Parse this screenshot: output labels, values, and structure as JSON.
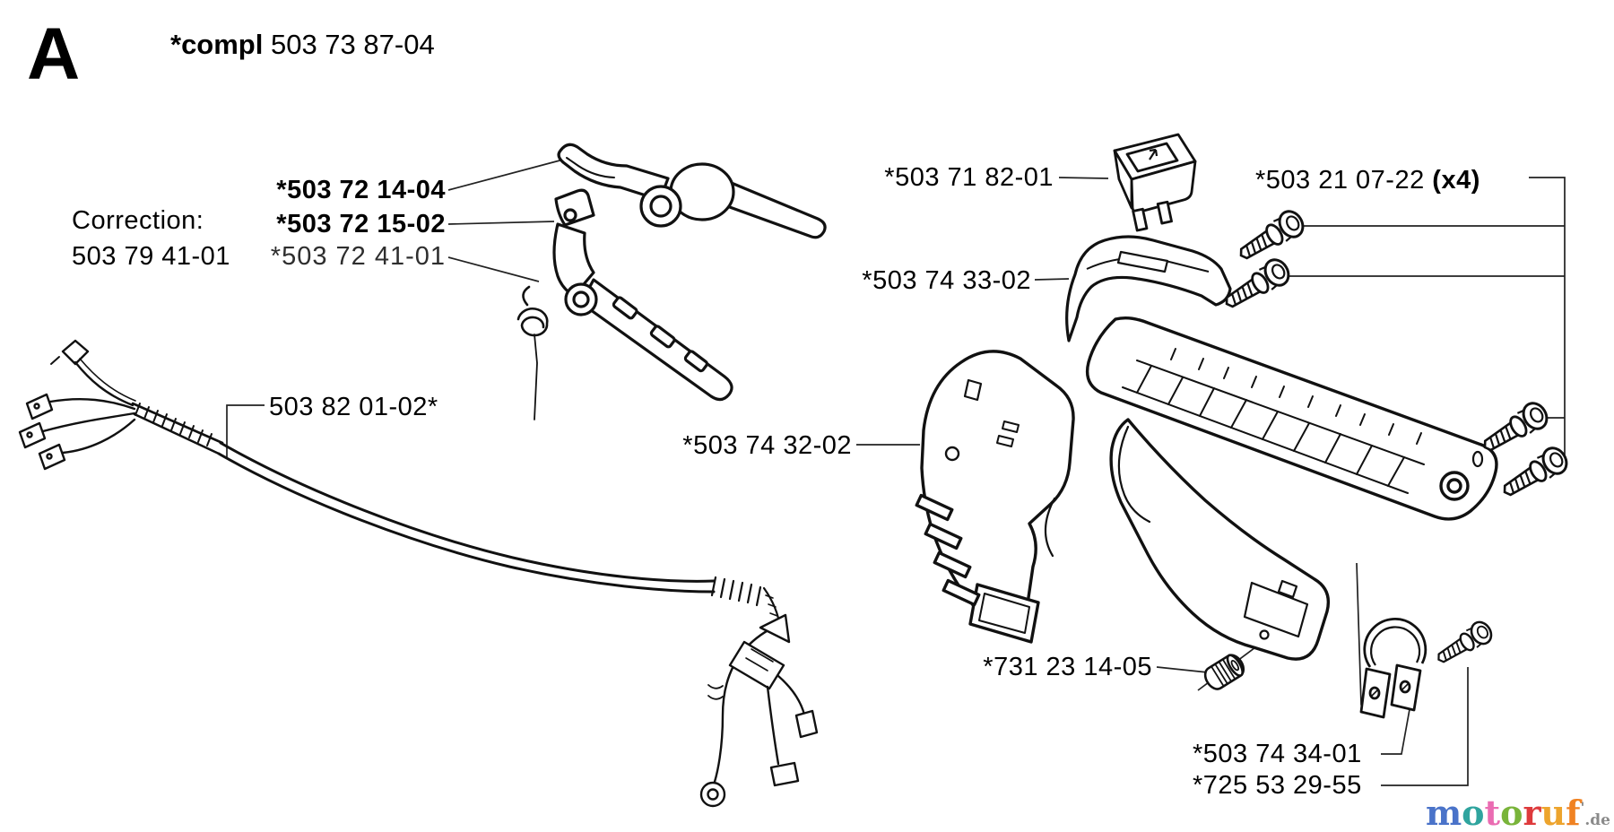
{
  "header": {
    "section_letter": "A",
    "compl_label": "*compl",
    "compl_number": " 503 73 87-04"
  },
  "correction": {
    "title": "Correction:",
    "part_number": "503 79 41-01"
  },
  "part_labels": {
    "throttle_lever": "*503 72 14-04",
    "lockout_lever": "*503 72 15-02",
    "spring": "*503 72 41-01",
    "wiring_harness": "503 82 01-02*",
    "stop_switch": "*503 71 82-01",
    "handle_cover": "*503 74 33-02",
    "screw_set": "*503 21 07-22 ",
    "screw_set_qty": "(x4)",
    "handle_half": "*503 74 32-02",
    "lock_nut": "*731 23 14-05",
    "clamp": "*503 74 34-01",
    "clamp_bolt": "*725 53 29-55"
  },
  "watermark": {
    "letters": [
      {
        "ch": "m",
        "color": "#4a73c9"
      },
      {
        "ch": "o",
        "color": "#2fa49e"
      },
      {
        "ch": "t",
        "color": "#ea6cb2"
      },
      {
        "ch": "o",
        "color": "#79b43a"
      },
      {
        "ch": "r",
        "color": "#de3a3c"
      },
      {
        "ch": "u",
        "color": "#eda42d"
      },
      {
        "ch": "f",
        "color": "#f08222"
      }
    ],
    "accent_mark": "'",
    "tld": ".de",
    "tld_color": "#8a8a8a"
  }
}
